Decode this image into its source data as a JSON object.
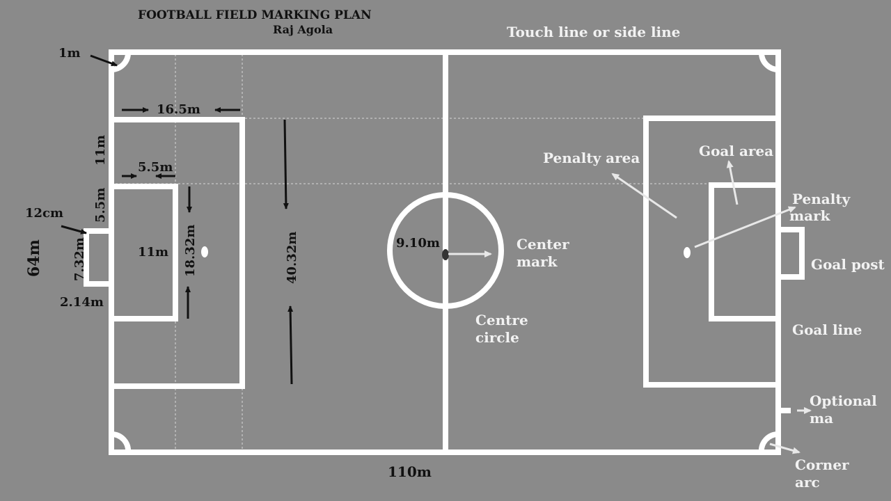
{
  "title": "FOOTBALL FIELD MARKING PLAN",
  "author": "Raj Agola",
  "labels": {
    "touch_line": "Touch line or side line",
    "corner_1m": "1m",
    "penalty_depth": "16.5m",
    "goal_area_depth": "5.5m",
    "offset_11m_top": "11m",
    "offset_5_5m": "5.5m",
    "goal_post_width_mark": "12cm",
    "field_width": "64m",
    "goal_width": "7.32m",
    "goal_depth": "2.14m",
    "penalty_spot_distance": "11m",
    "goal_area_width": "18.32m",
    "penalty_area_width": "40.32m",
    "circle_radius": "9.10m",
    "center_mark": [
      "Center",
      "mark"
    ],
    "centre_circle": [
      "Centre",
      "circle"
    ],
    "penalty_area": "Penalty area",
    "goal_area": "Goal area",
    "penalty_mark": [
      "Penalty",
      "mark"
    ],
    "goal_post": "Goal post",
    "goal_line": "Goal line",
    "optional_mark": [
      "Optional",
      "ma"
    ],
    "corner_arc": [
      "Corner",
      "arc"
    ],
    "field_length": "110m"
  },
  "colors": {
    "background": "#8a8a8a",
    "lines": "#ffffff",
    "dark_text": "#111111",
    "light_text": "#f2f2f2"
  }
}
